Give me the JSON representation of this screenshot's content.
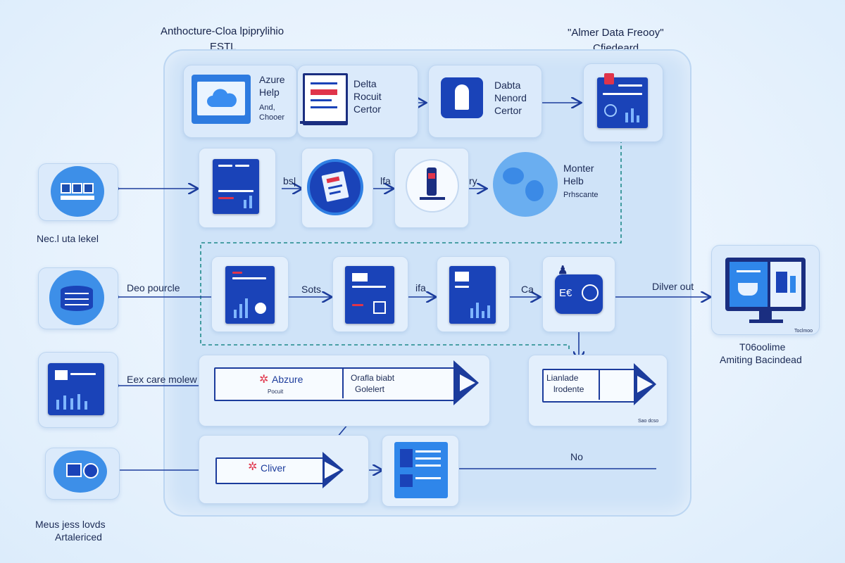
{
  "header": {
    "left_title_line1": "Anthocture-Cloa lpiprylihio",
    "left_title_line2": "ESTL",
    "right_title_line1": "\"Almer Data Freooy\"",
    "right_title_line2": "Cfiedeard"
  },
  "row1": {
    "azure_help": [
      "Azure",
      "Help",
      "And,",
      "Chooer"
    ],
    "delta": [
      "Delta",
      "Rocuit",
      "Certor"
    ],
    "dabta": [
      "Dabta",
      "Nenord",
      "Certor"
    ]
  },
  "row2": {
    "edge1": "bs|",
    "edge2": "lfa",
    "edge3": "ry",
    "monter": [
      "Monter",
      "Helb",
      "Prhscante"
    ]
  },
  "left_sources": {
    "s1": "Nec.l uta lekel",
    "s2": "Deo pourcle",
    "s3": "Eex care molew",
    "s4_line1": "Meus jess lovds",
    "s4_line2": "Artalericed"
  },
  "row3": {
    "edge1": "Sots",
    "edge2": "ifa",
    "edge3": "Ca",
    "badge": "E€",
    "deliver": "Dilver out"
  },
  "row4": {
    "azure_box": "Abzure",
    "azure_sub": "Pocuit",
    "oracle_line1": "Orafla biabt",
    "oracle_line2": "Golelert",
    "lianlade_line1": "Lianlade",
    "lianlade_line2": "lrodente",
    "lianlade_foot": "Sao dcso"
  },
  "row5": {
    "cliver": "Cliver",
    "no_label": "No"
  },
  "right_output": {
    "line1": "T06oolime",
    "line2": "Amiting Bacindead",
    "monitor_caption": "Toclmoo"
  },
  "colors": {
    "navy": "#1c3c9c",
    "doc_blue": "#1a43b8",
    "panel_bg": "#cfe3f8",
    "dashed_teal": "#1f8a8a",
    "accent_red": "#e0344a"
  }
}
